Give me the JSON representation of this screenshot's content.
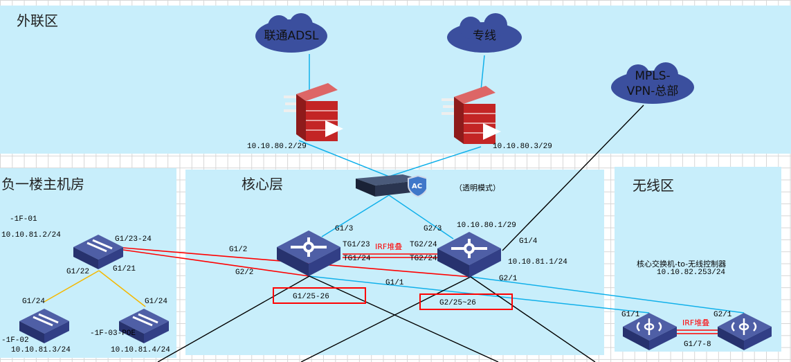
{
  "zones": {
    "external": "外联区",
    "basement": "负一楼主机房",
    "core": "核心层",
    "wireless": "无线区"
  },
  "clouds": {
    "adsl": "联通ADSL",
    "leased": "专线",
    "mpls": "MPLS-VPN-总部"
  },
  "firewalls": {
    "fw1_ip": "10.10.80.2/29",
    "fw2_ip": "10.10.80.3/29"
  },
  "ac": {
    "badge": "AC",
    "mode": "（透明模式）"
  },
  "core": {
    "ip80": "10.10.80.1/29",
    "ip81": "10.10.81.1/24",
    "g13": "G1/3",
    "g23": "G2/3",
    "tg123": "TG1/23",
    "tg124": "TG1/24",
    "tg224a": "TG2/24",
    "tg224b": "TG2/24",
    "irf": "IRF堆叠",
    "g14": "G1/4",
    "g12": "G1/2",
    "g22": "G2/2",
    "g11": "G1/1",
    "g21": "G2/1",
    "box1": "G1/25-26",
    "box2": "G2/25~26"
  },
  "basement": {
    "sw1_name": "-1F-01",
    "sw1_ip": "10.10.81.2/24",
    "sw1_up": "G1/23-24",
    "sw1_g122": "G1/22",
    "sw1_g121": "G1/21",
    "sw2_port": "G1/24",
    "sw2_name": "-1F-02",
    "sw2_ip": "10.10.81.3/24",
    "sw3_port": "G1/24",
    "sw3_name": "-1F-03-POE",
    "sw3_ip": "10.10.81.4/24"
  },
  "wireless": {
    "desc": "核心交换机-to-无线控制器",
    "ip": "10.10.82.253/24",
    "g11": "G1/1",
    "g21": "G2/1",
    "irf": "IRF堆叠",
    "link": "G1/7-8"
  }
}
